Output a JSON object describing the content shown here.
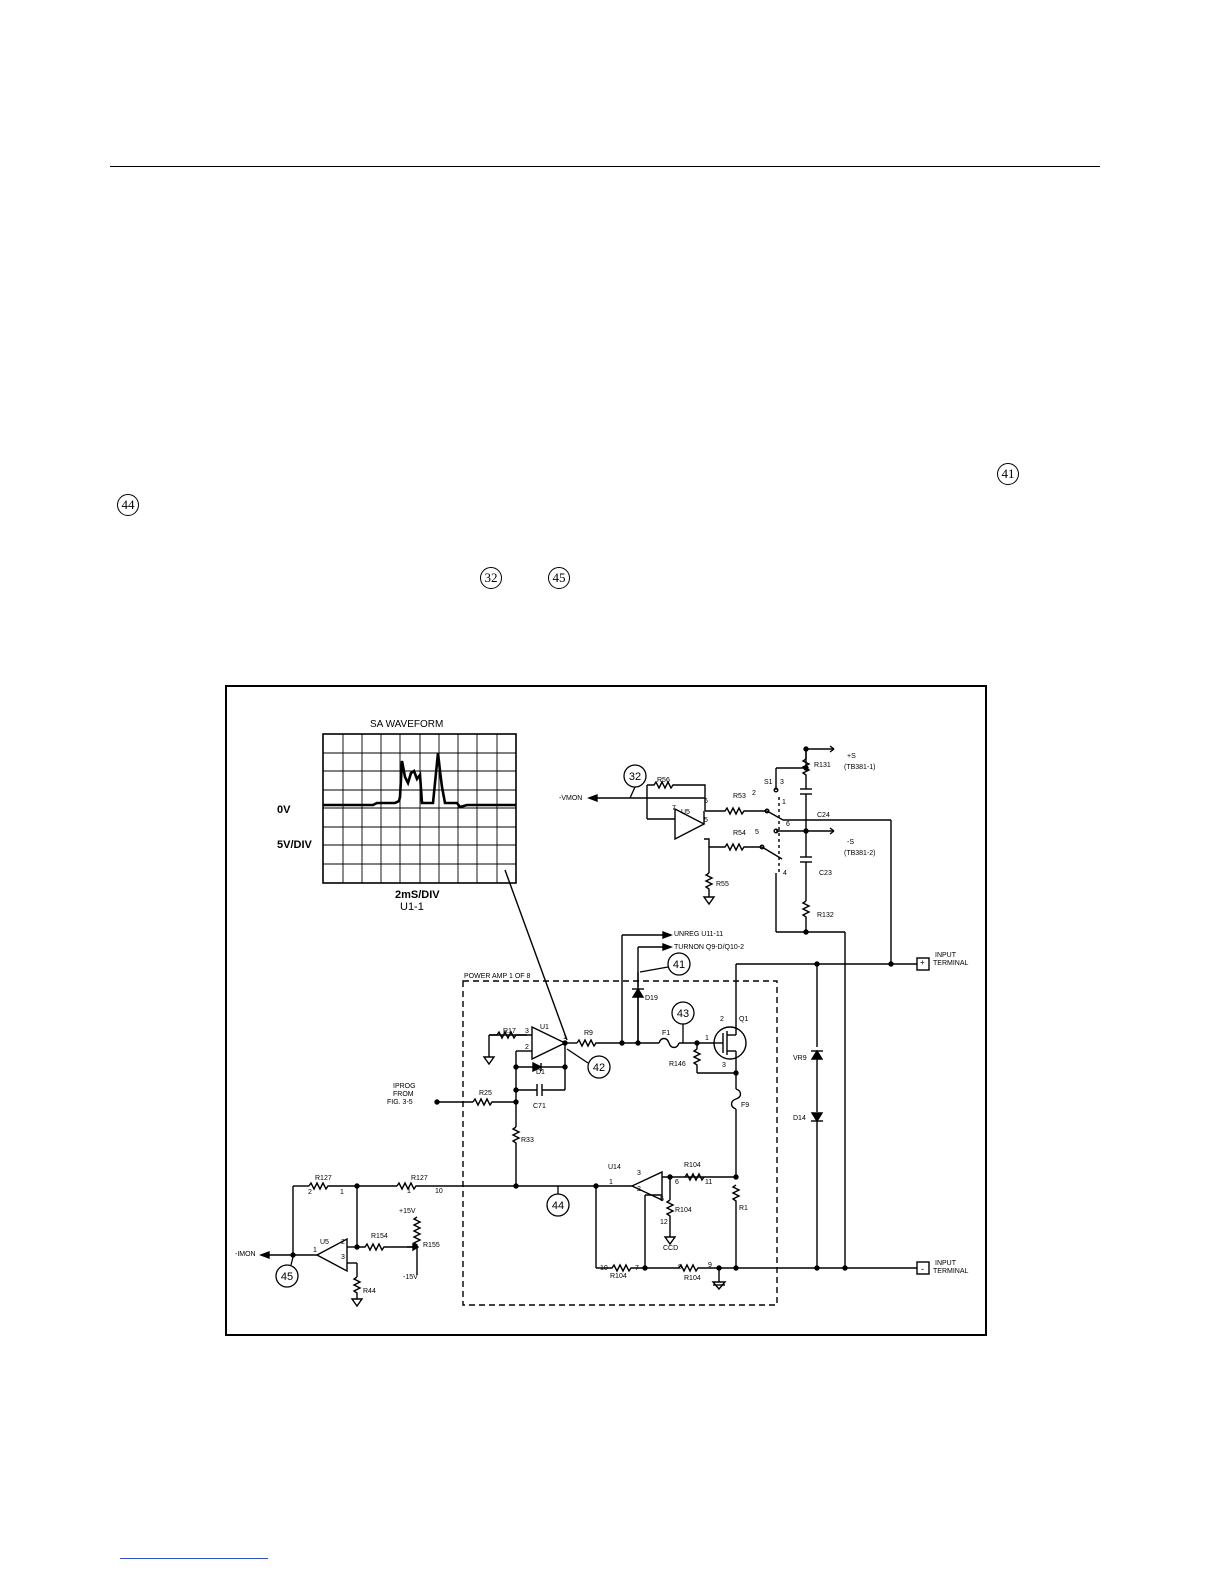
{
  "callouts": {
    "text_a": "41",
    "text_b": "44",
    "text_c": "32",
    "text_d": "45"
  },
  "figure": {
    "waveform": {
      "title": "SA WAVEFORM",
      "zero_label": "0V",
      "vdiv_label": "5V/DIV",
      "time_label": "2mS/DIV",
      "probe_label": "U1-1"
    },
    "nodes": {
      "n32": "32",
      "n41": "41",
      "n42": "42",
      "n43": "43",
      "n44": "44",
      "n45": "45"
    },
    "labels": {
      "vmon": "-VMON",
      "imon": "-IMON",
      "plus_s": "+S",
      "plus_s_tb": "(TB381-1)",
      "minus_s": "-S",
      "minus_s_tb": "(TB381-2)",
      "unreg": "UNREG U11-11",
      "turnon": "TURNON Q9-D/Q10-2",
      "power_amp": "POWER AMP 1 OF 8",
      "iprog1": "IPROG",
      "iprog2": "FROM",
      "iprog3": "FIG. 3-5",
      "input_pos": "INPUT",
      "input_pos2": "TERMINAL",
      "input_neg": "INPUT",
      "input_neg2": "TERMINAL",
      "plus": "+",
      "minus": "-",
      "p15": "+15V",
      "m15": "-15V",
      "ccd": "CCD"
    },
    "parts": {
      "r56": "R56",
      "r53": "R53",
      "r54": "R54",
      "r55": "R55",
      "u5a": "U5",
      "s1": "S1",
      "r131": "R131",
      "c24": "C24",
      "c23": "C23",
      "r132": "R132",
      "r17": "R17",
      "u1": "U1",
      "r9": "R9",
      "f1": "F1",
      "q1": "Q1",
      "d19": "D19",
      "d1": "D1",
      "c71": "C71",
      "r25": "R25",
      "r33": "R33",
      "r146": "R146",
      "f9": "F9",
      "vr9": "VR9",
      "d14": "D14",
      "r127a": "R127",
      "r127b": "R127",
      "u14": "U14",
      "r104a": "R104",
      "r104b": "R104",
      "r104c": "R104",
      "r104d": "R104",
      "r1": "R1",
      "u5b": "U5",
      "r154": "R154",
      "r155": "R155",
      "r44": "R44"
    },
    "pins": {
      "p_u5_7": "7",
      "p_u5_6": "6",
      "p_u5_5": "5",
      "p_r53_2": "2",
      "p_r54_5": "5",
      "p_s1_3": "3",
      "p_s1_1": "1",
      "p_s1_6": "6",
      "p_s1_4": "4",
      "p_u1_3": "3",
      "p_u1_2": "2",
      "p_u1_1": "1",
      "p_q1_2": "2",
      "p_q1_1": "1",
      "p_q1_3": "3",
      "p_u14_1": "1",
      "p_u14_3": "3",
      "p_u14_2": "2",
      "p_6": "6",
      "p_11": "11",
      "p_5": "5",
      "p_12": "12",
      "p_10": "10",
      "p_7": "7",
      "p_8": "8",
      "p_9": "9",
      "p_r127_2": "2",
      "p_r127_1": "1",
      "p_r127_1b": "1",
      "p_r127_10": "10",
      "p_u5b_1": "1",
      "p_u5b_2": "2",
      "p_u5b_3": "3"
    }
  }
}
